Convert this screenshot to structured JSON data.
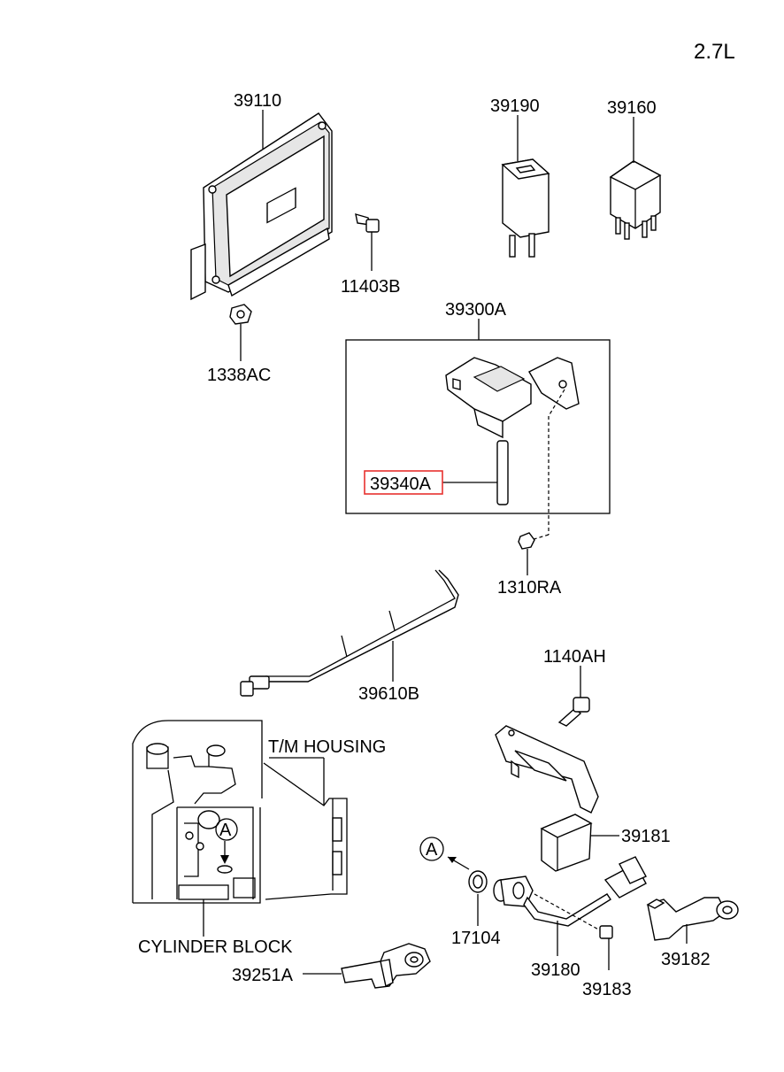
{
  "engine_label": "2.7L",
  "labels": {
    "p39110": "39110",
    "p39190": "39190",
    "p39160": "39160",
    "p11403B": "11403B",
    "p1338AC": "1338AC",
    "p39300A": "39300A",
    "p39340A": "39340A",
    "p1310RA": "1310RA",
    "p39610B": "39610B",
    "p1140AH": "1140AH",
    "tm_housing": "T/M HOUSING",
    "p39181": "39181",
    "ref_a": "A",
    "p17104": "17104",
    "p39180": "39180",
    "p39182": "39182",
    "p39183": "39183",
    "cylinder_block": "CYLINDER BLOCK",
    "p39251A": "39251A"
  },
  "colors": {
    "highlight": "#e8312f",
    "line": "#000000"
  }
}
